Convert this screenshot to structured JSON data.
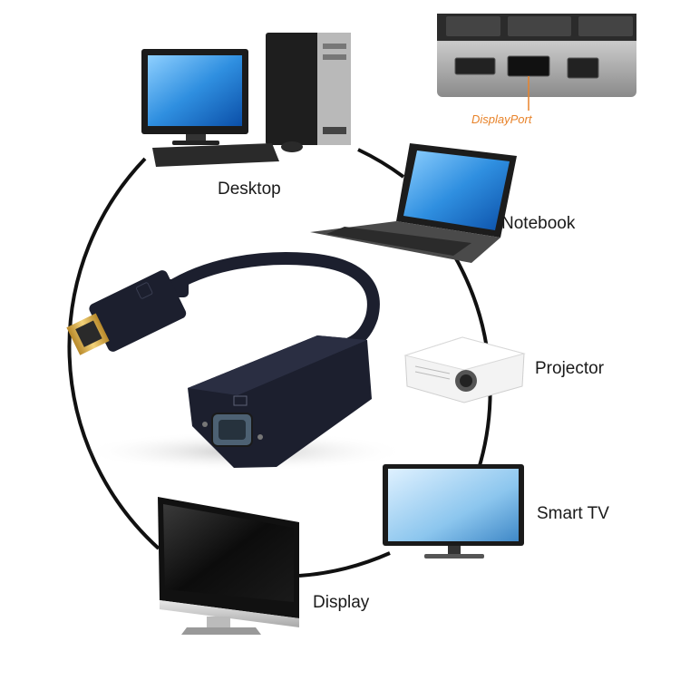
{
  "labels": {
    "desktop": "Desktop",
    "notebook": "Notebook",
    "projector": "Projector",
    "smart_tv": "Smart TV",
    "display": "Display",
    "port": "DisplayPort"
  },
  "colors": {
    "ring": "#111111",
    "adapter": "#1c1f2e",
    "port_label": "#e8832a",
    "screen_blue": "#2f8fe0"
  },
  "icons": [
    "desktop-computer",
    "laptop",
    "projector",
    "smart-tv",
    "monitor",
    "displayport-to-vga-adapter",
    "port-closeup"
  ]
}
